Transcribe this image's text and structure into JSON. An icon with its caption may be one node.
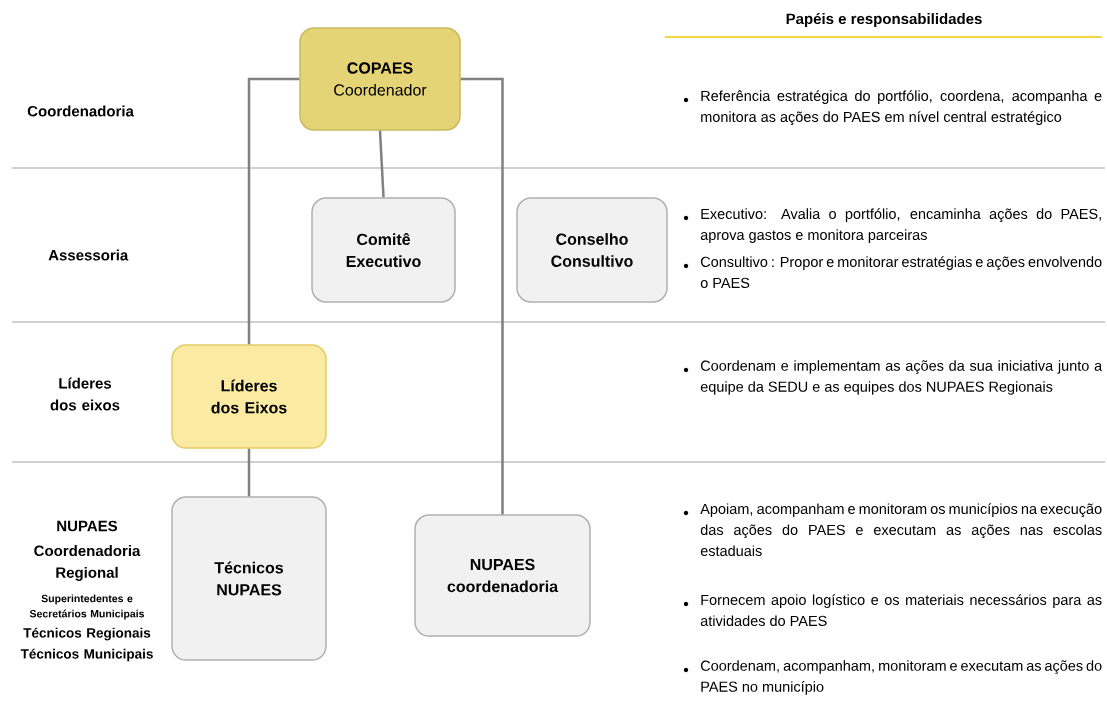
{
  "diagram": {
    "title": "Papéis e responsabilidades",
    "nodes": [
      {
        "text": [
          "COPAES",
          "Coordenador"
        ]
      },
      {
        "text": [
          "Comitê Executivo"
        ]
      },
      {
        "text": [
          "Conselho Consultivo"
        ]
      },
      {
        "text": [
          "Líderes dos Eixos"
        ]
      },
      {
        "text": [
          "Técnicos NUPAES"
        ]
      },
      {
        "text": [
          "NUPAES coordenadoria"
        ]
      }
    ],
    "edges": [
      {
        "from": 0,
        "to": 1,
        "arrow": "none"
      },
      {
        "from": 0,
        "to": 3,
        "arrow": "none"
      },
      {
        "from": 3,
        "to": 4,
        "arrow": "none"
      },
      {
        "from": 0,
        "to": 5,
        "arrow": "none"
      }
    ],
    "labels": [
      "Coordenadoria",
      "Referência estratégica do portfólio, coordena, acompanha e monitora as ações do PAES em nível central estratégico",
      "Assessoria",
      "Executivo: Avalia o portfólio, encaminha ações do PAES, aprova gastos e monitora parceiras",
      "Consultivo : Propor e monitorar estratégias e ações envolvendo o PAES",
      "Líderes dos eixos",
      "Coordenam e implementam as ações da sua iniciativa junto a equipe da SEDU e as equipes dos NUPAES Regionais",
      "NUPAES",
      "Coordenadoria Regional",
      "Superintedentes e Secretários Municipais",
      "Técnicos Regionais",
      "Técnicos Municipais",
      "Apoiam, acompanham e monitoram os municípios na execução das ações do PAES e executam as ações nas escolas estaduais",
      "Fornecem apoio logístico e os materiais necessários para as atividades do PAES",
      "Coordenam, acompanham, monitoram e executam as ações do PAES no município"
    ]
  }
}
